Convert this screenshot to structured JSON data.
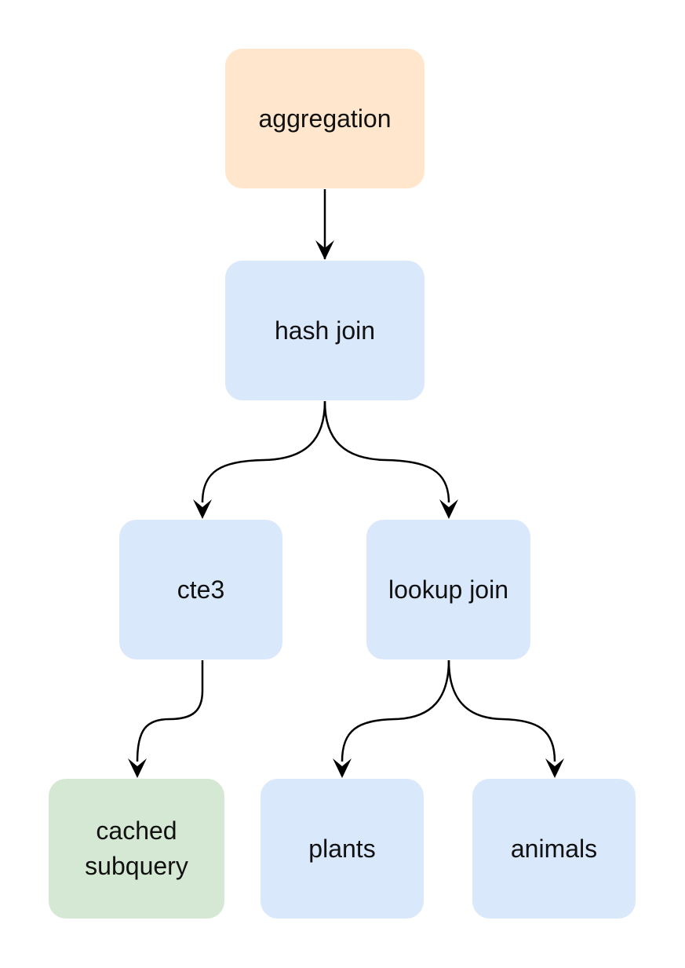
{
  "colors": {
    "orange_fill": "#ffe6cc",
    "blue_fill": "#dae8fc",
    "green_fill": "#d5e8d4",
    "edge": "#000000",
    "text": "#111111"
  },
  "nodes": {
    "aggregation": {
      "label": "aggregation",
      "color": "#ffe6cc"
    },
    "hash_join": {
      "label": "hash join",
      "color": "#dae8fc"
    },
    "cte3": {
      "label": "cte3",
      "color": "#dae8fc"
    },
    "lookup_join": {
      "label": "lookup join",
      "color": "#dae8fc"
    },
    "cached_subquery": {
      "label_line1": "cached",
      "label_line2": "subquery",
      "color": "#d5e8d4"
    },
    "plants": {
      "label": "plants",
      "color": "#dae8fc"
    },
    "animals": {
      "label": "animals",
      "color": "#dae8fc"
    }
  },
  "edges": [
    {
      "from": "aggregation",
      "to": "hash_join"
    },
    {
      "from": "hash_join",
      "to": "cte3"
    },
    {
      "from": "hash_join",
      "to": "lookup_join"
    },
    {
      "from": "cte3",
      "to": "cached_subquery"
    },
    {
      "from": "lookup_join",
      "to": "plants"
    },
    {
      "from": "lookup_join",
      "to": "animals"
    }
  ]
}
